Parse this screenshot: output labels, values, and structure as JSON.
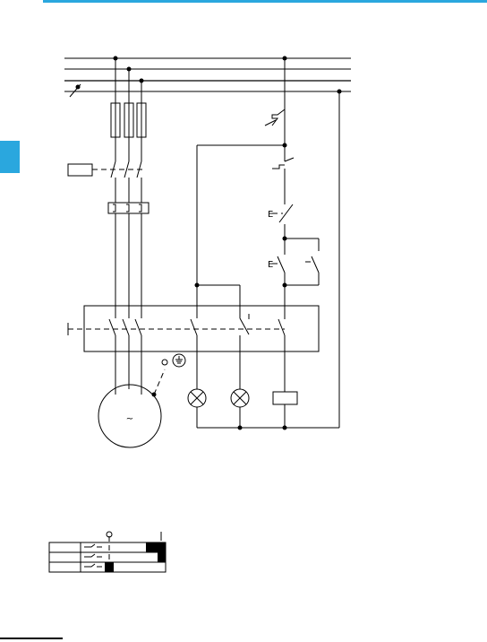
{
  "labels": {
    "manual_operator_symbol": "E",
    "manual_operator_symbol_2": "E",
    "motor_ac_symbol": "~",
    "selector_symbol": "I"
  },
  "colors": {
    "accent": "#2aa7de",
    "line": "#000000",
    "background": "#ffffff"
  }
}
